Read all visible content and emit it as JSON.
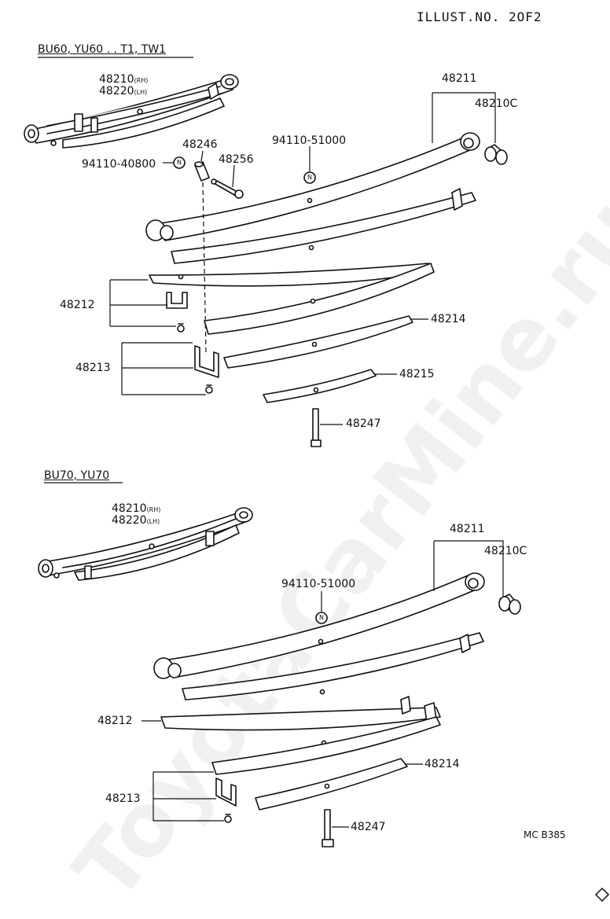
{
  "header": {
    "illust_no": "ILLUST.NO. 2OF2"
  },
  "watermark": "ToyotaCarMine.ru",
  "footer": {
    "code": "MC B385"
  },
  "section_top": {
    "models": "BU60, YU60 . . T1, TW1",
    "parts": {
      "p48210": "48210",
      "p48210_suffix": "(RH)",
      "p48220": "48220",
      "p48220_suffix": "(LH)",
      "p48211": "48211",
      "p48210c": "48210C",
      "p48246": "48246",
      "p48256": "48256",
      "p94110_40800": "94110-40800",
      "p94110_51000": "94110-51000",
      "p48212": "48212",
      "p48213": "48213",
      "p48214": "48214",
      "p48215": "48215",
      "p48247": "48247",
      "nut_mark": "N"
    }
  },
  "section_bottom": {
    "models": "BU70, YU70",
    "parts": {
      "p48210": "48210",
      "p48210_suffix": "(RH)",
      "p48220": "48220",
      "p48220_suffix": "(LH)",
      "p48211": "48211",
      "p48210c": "48210C",
      "p94110_51000": "94110-51000",
      "p48212": "48212",
      "p48213": "48213",
      "p48214": "48214",
      "p48247": "48247",
      "nut_mark": "N"
    }
  }
}
